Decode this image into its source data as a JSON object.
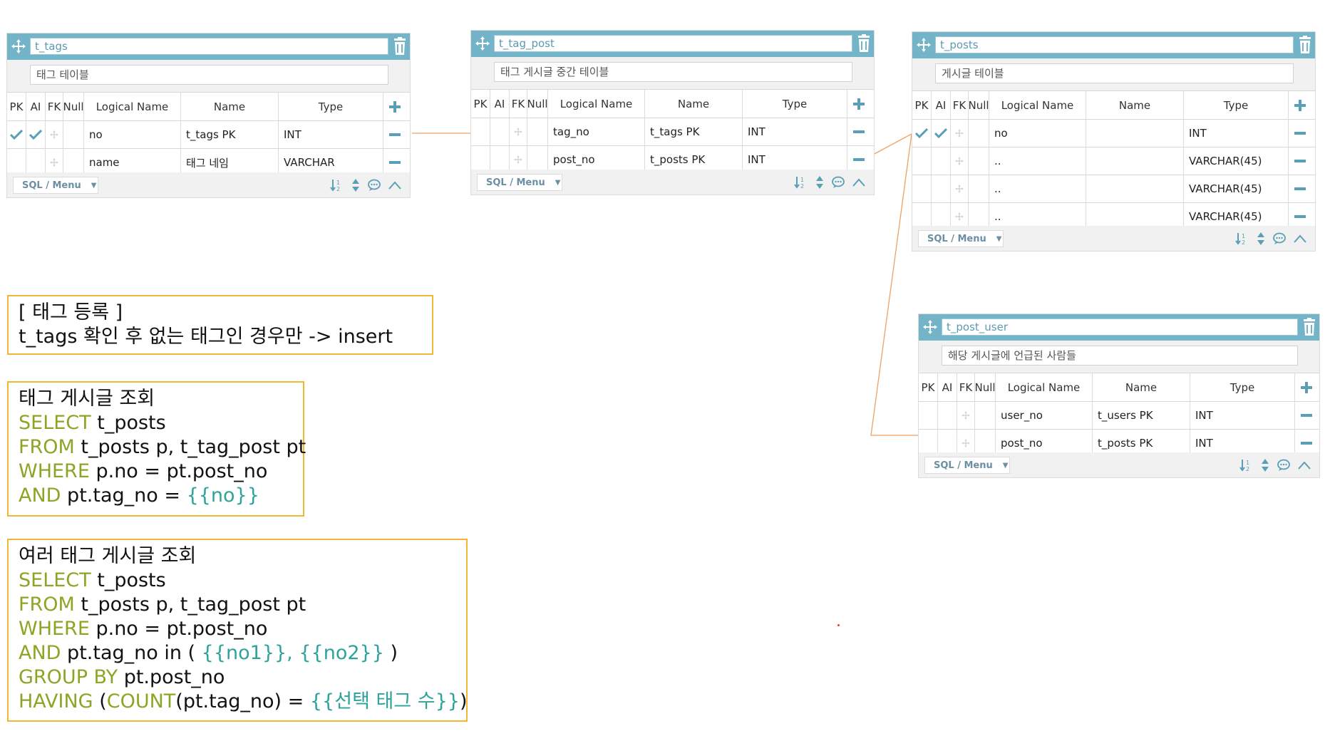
{
  "tables": {
    "t_tags": {
      "name": "t_tags",
      "comment": "태그 테이블",
      "headers": {
        "pk": "PK",
        "ai": "AI",
        "fk": "FK",
        "null": "Null",
        "logical": "Logical Name",
        "name": "Name",
        "type": "Type"
      },
      "rows": [
        {
          "logical": "no",
          "name": "t_tags PK",
          "type": "INT",
          "pk": true,
          "ai": true
        },
        {
          "logical": "name",
          "name": "태그 네임",
          "type": "VARCHAR",
          "pk": false,
          "ai": false
        }
      ],
      "menu_label": "SQL / Menu"
    },
    "t_tag_post": {
      "name": "t_tag_post",
      "comment": "태그 게시글 중간 테이블",
      "headers": {
        "pk": "PK",
        "ai": "AI",
        "fk": "FK",
        "null": "Null",
        "logical": "Logical Name",
        "name": "Name",
        "type": "Type"
      },
      "rows": [
        {
          "logical": "tag_no",
          "name": "t_tags PK",
          "type": "INT",
          "pk": false,
          "ai": false
        },
        {
          "logical": "post_no",
          "name": "t_posts PK",
          "type": "INT",
          "pk": false,
          "ai": false
        }
      ],
      "menu_label": "SQL / Menu"
    },
    "t_posts": {
      "name": "t_posts",
      "comment": "게시글 테이블",
      "headers": {
        "pk": "PK",
        "ai": "AI",
        "fk": "FK",
        "null": "Null",
        "logical": "Logical Name",
        "name": "Name",
        "type": "Type"
      },
      "rows": [
        {
          "logical": "no",
          "name": "",
          "type": "INT",
          "pk": true,
          "ai": true
        },
        {
          "logical": "..",
          "name": "",
          "type": "VARCHAR(45)",
          "pk": false,
          "ai": false
        },
        {
          "logical": "..",
          "name": "",
          "type": "VARCHAR(45)",
          "pk": false,
          "ai": false
        },
        {
          "logical": "..",
          "name": "",
          "type": "VARCHAR(45)",
          "pk": false,
          "ai": false
        }
      ],
      "menu_label": "SQL / Menu"
    },
    "t_post_user": {
      "name": "t_post_user",
      "comment": "해당 게시글에 언급된 사람들",
      "headers": {
        "pk": "PK",
        "ai": "AI",
        "fk": "FK",
        "null": "Null",
        "logical": "Logical Name",
        "name": "Name",
        "type": "Type"
      },
      "rows": [
        {
          "logical": "user_no",
          "name": "t_users PK",
          "type": "INT",
          "pk": false,
          "ai": false
        },
        {
          "logical": "post_no",
          "name": "t_posts PK",
          "type": "INT",
          "pk": false,
          "ai": false
        }
      ],
      "menu_label": "SQL / Menu"
    }
  },
  "notes": {
    "tag_register": {
      "line1": "[ 태그 등록 ]",
      "line2": "t_tags 확인 후 없는 태그인 경우만 -> insert"
    },
    "tag_post_query": {
      "title": "태그 게시글 조회",
      "l2_kw": "SELECT",
      "l2_rest": " t_posts",
      "l3_kw": "FROM",
      "l3_rest": " t_posts p, t_tag_post pt",
      "l4_kw": "WHERE",
      "l4_rest": " p.no = pt.post_no",
      "l5_kw": "AND",
      "l5_rest": " pt.tag_no = ",
      "l5_tpl": "{{no}}"
    },
    "multi_tag_query": {
      "title": "여러 태그 게시글 조회",
      "l2_kw": "SELECT",
      "l2_rest": " t_posts",
      "l3_kw": "FROM",
      "l3_rest": " t_posts p, t_tag_post pt",
      "l4_kw": "WHERE",
      "l4_rest": " p.no = pt.post_no",
      "l5_kw": "AND",
      "l5_rest": " pt.tag_no in ( ",
      "l5_tpl": "{{no1}}, {{no2}}",
      "l5_end": " )",
      "l6_kw": "GROUP BY",
      "l6_rest": " pt.post_no",
      "l7_kw": "HAVING",
      "l7_open": " (",
      "l7_kw2": "COUNT",
      "l7_mid": "(pt.tag_no) = ",
      "l7_tpl": "{{선택 태그 수}}",
      "l7_end": ")"
    }
  },
  "colors": {
    "header": "#74b4c9",
    "connector": "#f0a060",
    "note_border": "#f2b630",
    "sql_keyword": "#8aa624",
    "sql_template": "#2ea39b"
  },
  "icons": [
    "move-icon",
    "trash-icon",
    "add-column-icon",
    "remove-column-icon",
    "check-icon",
    "sort-icon",
    "reorder-icon",
    "comment-icon",
    "collapse-icon"
  ]
}
